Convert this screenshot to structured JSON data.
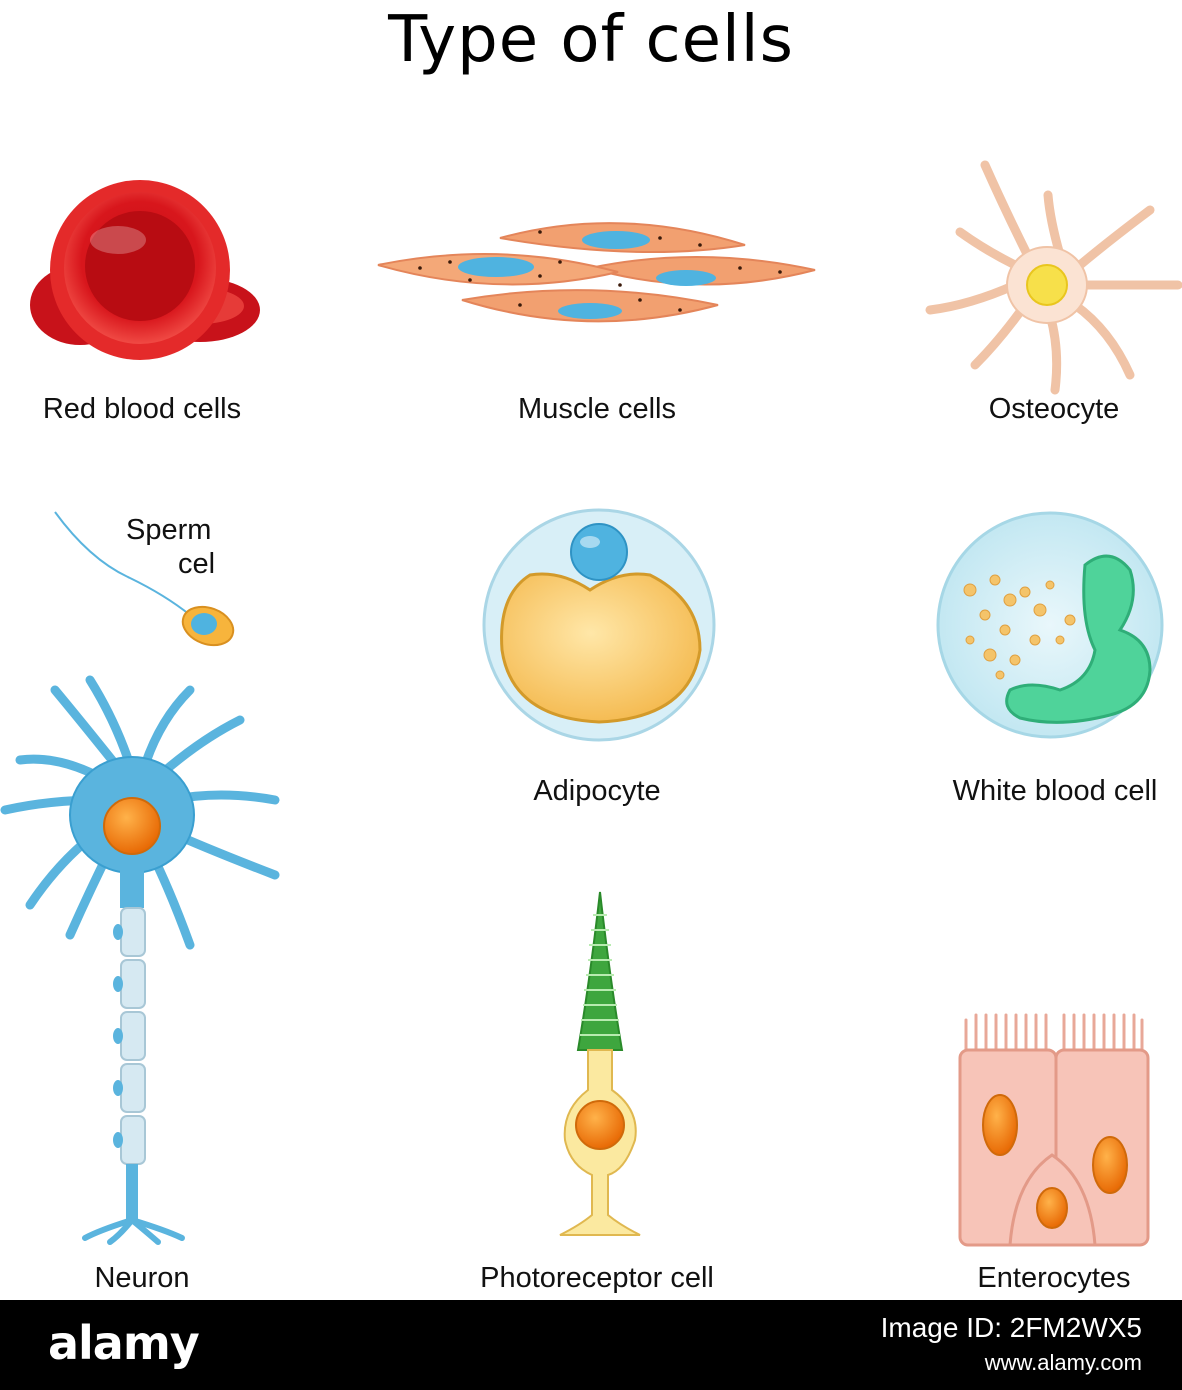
{
  "title": "Type of cells",
  "cells": {
    "red_blood": "Red blood cells",
    "muscle": "Muscle cells",
    "osteocyte": "Osteocyte",
    "sperm_line1": "Sperm",
    "sperm_line2": "cel",
    "adipocyte": "Adipocyte",
    "white_blood": "White blood cell",
    "neuron": "Neuron",
    "photoreceptor": "Photoreceptor cell",
    "enterocytes": "Enterocytes"
  },
  "footer": {
    "brand": "alamy",
    "image_id": "Image ID: 2FM2WX5",
    "site": "www.alamy.com"
  },
  "colors": {
    "rbc": "#d8161c",
    "muscle": "#f2a070",
    "nucleus_blue": "#4fb3e0",
    "osteocyte": "#fbe3d3",
    "neuron": "#5ab4de",
    "photo_green": "#3ea63e",
    "enterocyte": "#f7c4b8",
    "orange_nucleus": "#f07d12",
    "wbc_green": "#4fd39a"
  }
}
